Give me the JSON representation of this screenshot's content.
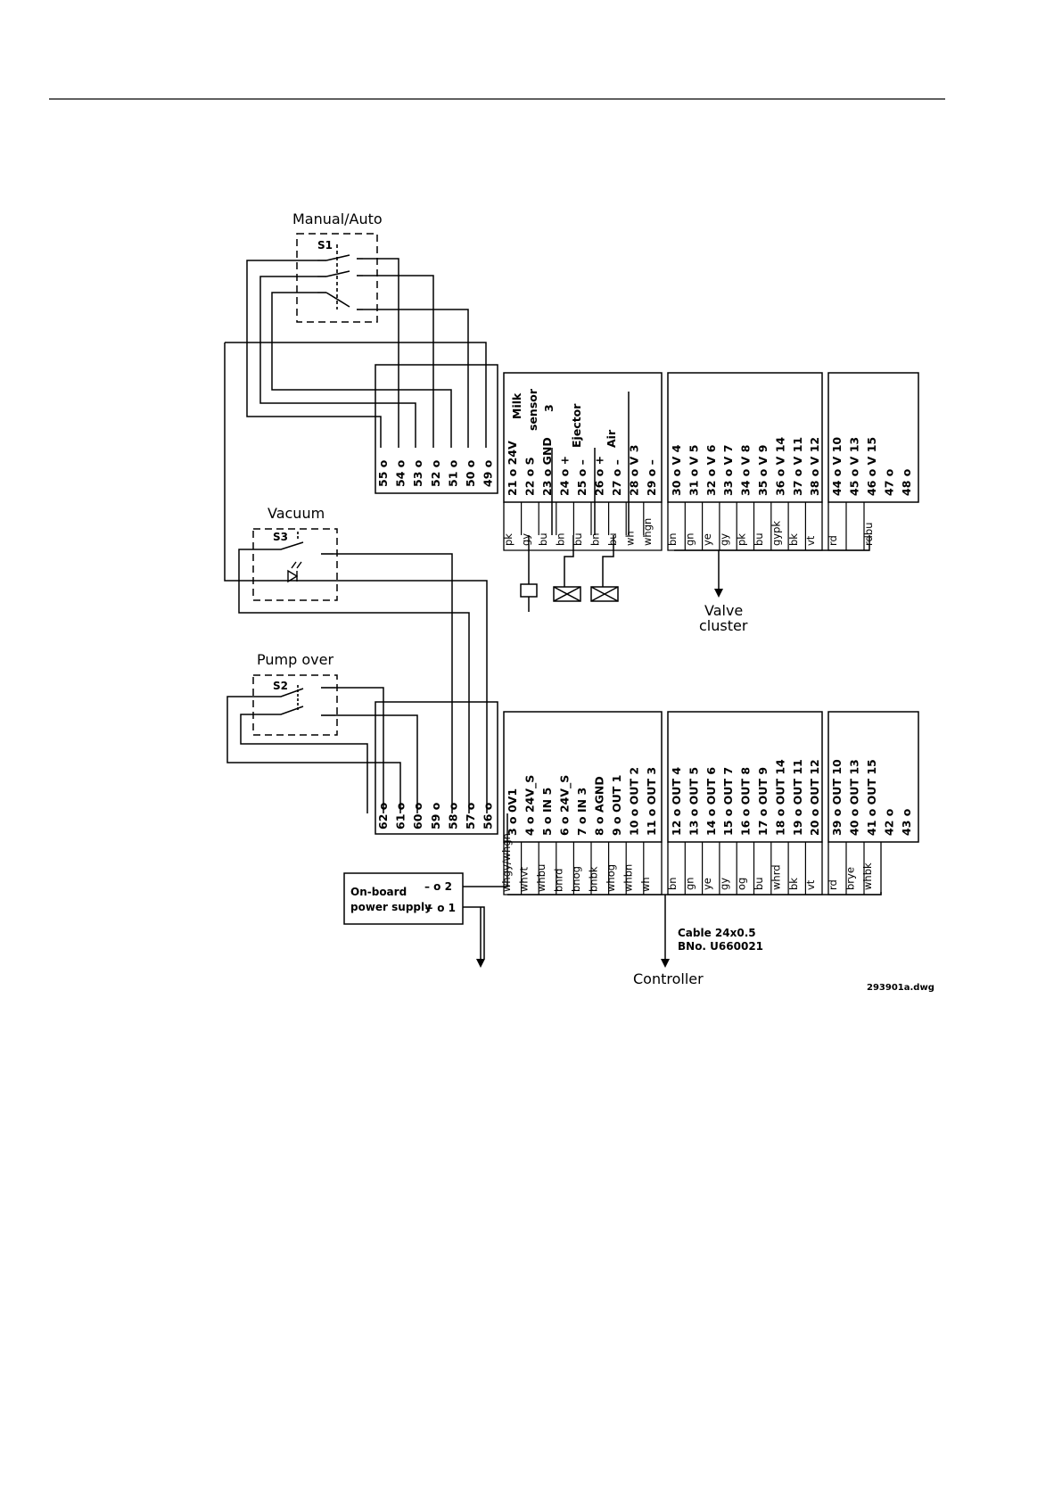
{
  "labels": {
    "s1_title": "Manual/Auto",
    "s1_name": "S1",
    "s3_title": "Vacuum",
    "s3_name": "S3",
    "s2_title": "Pump over",
    "s2_name": "S2",
    "valve_cluster_1": "Valve",
    "valve_cluster_2": "cluster",
    "cable_1": "Cable  24x0.5",
    "cable_2": "BNo.  U660021",
    "controller": "Controller",
    "drawing_no": "293901a.dwg",
    "milk_sensor_1": "Milk",
    "milk_sensor_2": "sensor",
    "milk_sensor_3": "3",
    "ejector": "Ejector",
    "air": "Air",
    "supply_1": "On-board",
    "supply_2": "power supply",
    "supply_minus": "– o 2",
    "supply_plus": "+ o 1"
  },
  "top_left_terminals": [
    "55 o",
    "54 o",
    "53 o",
    "52 o",
    "51 o",
    "50 o",
    "49 o"
  ],
  "top_a_terminals": [
    "21 o  24V",
    "22 o  S",
    "23 o  GND",
    "24 o  +",
    "25 o  –",
    "26 o  +",
    "27 o  –",
    "28 o  V 3",
    "29 o  –"
  ],
  "top_b_terminals": [
    "30 o  V 4",
    "31 o  V 5",
    "32 o  V 6",
    "33 o  V 7",
    "34 o  V 8",
    "35 o  V 9",
    "36 o  V 14",
    "37 o  V 11",
    "38 o  V 12"
  ],
  "top_c_terminals": [
    "44 o  V 10",
    "45 o  V 13",
    "46 o  V 15",
    "47 o",
    "48 o"
  ],
  "top_a_wires": [
    "pk",
    "gy",
    "bu",
    "bn",
    "bu",
    "bn",
    "bu",
    "wh",
    "whgn"
  ],
  "top_b_wires": [
    "bn",
    "gn",
    "ye",
    "gy",
    "pk",
    "bu",
    "gypk",
    "bk",
    "vt"
  ],
  "top_c_wires": [
    "rd",
    "rdbu"
  ],
  "bottom_left_terminals": [
    "62 o",
    "61 o",
    "60 o",
    "59 o",
    "58 o",
    "57 o",
    "56 o"
  ],
  "bottom_a_terminals": [
    "3  o  0V1",
    "4  o  24V_S",
    "5  o  IN 5",
    "6  o  24V_S",
    "7  o  IN 3",
    "8  o  AGND",
    "9  o  OUT 1",
    "10 o  OUT 2",
    "11 o  OUT 3"
  ],
  "bottom_b_terminals": [
    "12 o  OUT 4",
    "13 o  OUT 5",
    "14 o  OUT 6",
    "15 o  OUT 7",
    "16 o  OUT 8",
    "17 o  OUT 9",
    "18 o  OUT 14",
    "19 o  OUT 11",
    "20 o  OUT 12"
  ],
  "bottom_c_terminals": [
    "39 o  OUT 10",
    "40 o  OUT 13",
    "41 o  OUT 15",
    "42 o",
    "43 o"
  ],
  "bottom_a_wires": [
    "whgy/whgn",
    "whvt",
    "whbu",
    "bnrd",
    "bnog",
    "bnbk",
    "whog",
    "whbn",
    "wh"
  ],
  "bottom_b_wires": [
    "bn",
    "gn",
    "ye",
    "gy",
    "og",
    "bu",
    "whrd",
    "bk",
    "vt"
  ],
  "bottom_c_wires": [
    "rd",
    "brye",
    "whbk"
  ]
}
